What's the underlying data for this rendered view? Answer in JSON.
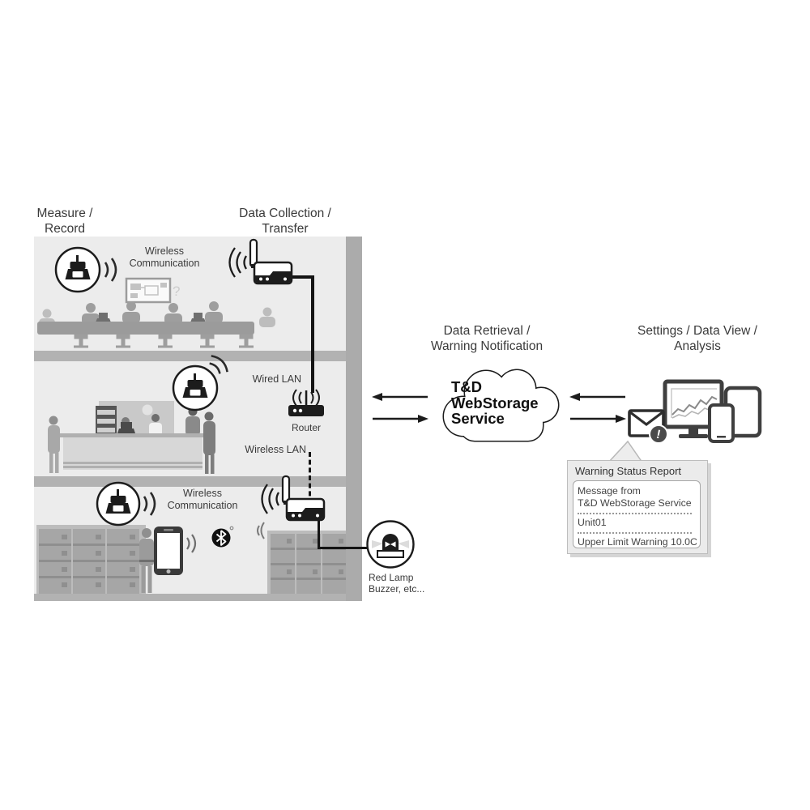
{
  "headings": {
    "measure_record": {
      "line1": "Measure /",
      "line2": "Record"
    },
    "data_collection": {
      "line1": "Data Collection /",
      "line2": "Transfer"
    },
    "data_retrieval": {
      "line1": "Data Retrieval /",
      "line2": "Warning Notification"
    },
    "settings_analysis": {
      "line1": "Settings / Data View /",
      "line2": "Analysis"
    }
  },
  "building": {
    "floor1_wireless": {
      "line1": "Wireless",
      "line2": "Communication"
    },
    "floor1_question": "?",
    "wired_lan": "Wired LAN",
    "router": "Router",
    "wireless_lan": "Wireless LAN",
    "floor3_wireless": {
      "line1": "Wireless",
      "line2": "Communication"
    }
  },
  "cloud": {
    "line1": "T&D",
    "line2": "WebStorage",
    "line3": "Service"
  },
  "alarm": {
    "line1": "Red Lamp",
    "line2": "Buzzer, etc..."
  },
  "report": {
    "title": "Warning Status Report",
    "message_line1": "Message from",
    "message_line2": "T&D WebStorage Service",
    "unit": "Unit01",
    "warning": "Upper Limit Warning 10.0C"
  },
  "icons": {
    "data-logger-icon": "wireless data logger in circle",
    "radio-waves-icon": ")))",
    "base-station-icon": "base station with antenna",
    "router-icon": "router with antenna",
    "bluetooth-icon": "bluetooth mark",
    "smartphone-icon": "smartphone",
    "red-lamp-icon": "warning beacon lamp",
    "mail-alert-icon": "envelope with exclamation",
    "monitor-chart-icon": "desktop monitor with line graph",
    "tablet-icon": "tablet",
    "mobile-icon": "smartphone"
  },
  "colors": {
    "ink": "#1c1c1c",
    "building_bg": "#ececec",
    "floor_slab": "#b2b2b2",
    "wall": "#ababab",
    "silhouette": "#9e9e9e",
    "silhouette_light": "#bdbdbd",
    "report_bg": "#ebebeb",
    "text": "#3a3a3a"
  }
}
